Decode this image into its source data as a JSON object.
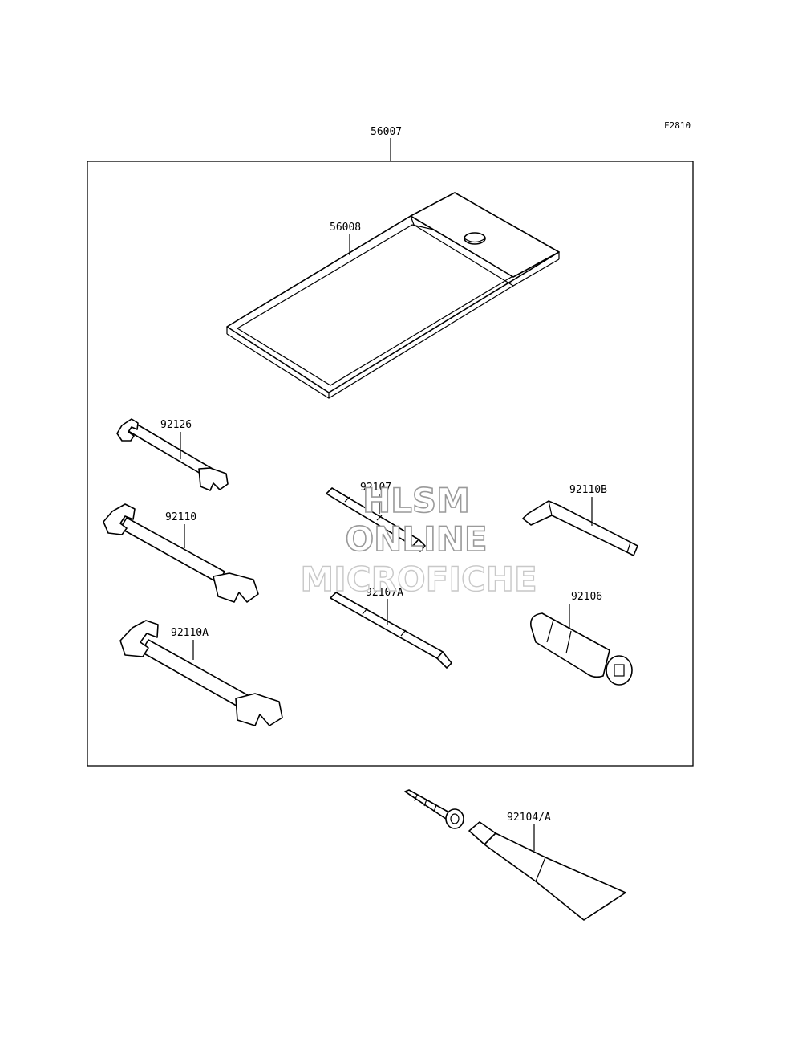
{
  "figure_code": "F2810",
  "parts": {
    "tool_kit": "56007",
    "tool_bag": "56008",
    "wrench_small": "92126",
    "wrench_medium": "92110",
    "wrench_large": "92110A",
    "screwdriver_bit": "92107",
    "screwdriver_grip": "92107A",
    "hex_key": "92110B",
    "socket_handle": "92106",
    "repair_kit": "92104/A"
  },
  "watermark": {
    "line1": "HLSM",
    "line2": "ONLINE",
    "line3": "MICROFICHE"
  }
}
